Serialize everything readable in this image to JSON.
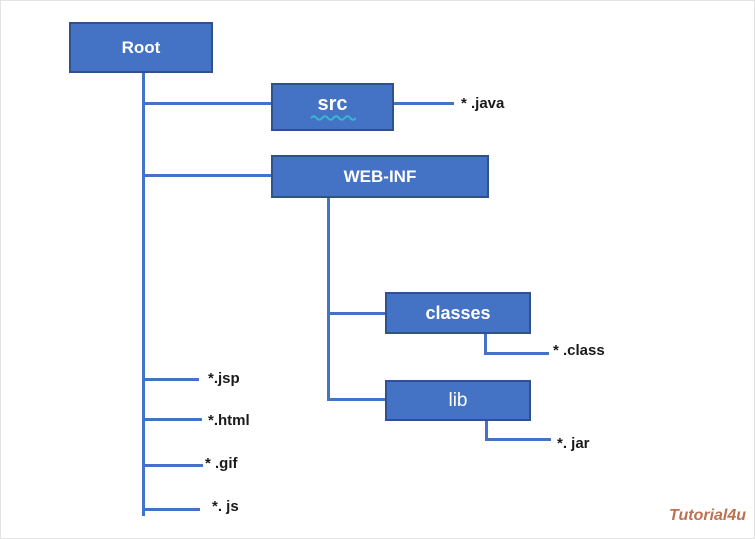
{
  "colors": {
    "node_fill": "#4472C4",
    "node_border": "#2F528F",
    "node_text": "#FFFFFF",
    "connector": "#4472C4",
    "label_text": "#1A1A1A",
    "squiggle": "#38B8D0",
    "watermark": "#BC7150"
  },
  "nodes": {
    "root": {
      "label": "Root"
    },
    "src": {
      "label": "src"
    },
    "webinf": {
      "label": "WEB-INF"
    },
    "classes": {
      "label": "classes"
    },
    "lib": {
      "label": "lib"
    }
  },
  "file_labels": {
    "java": "* .java",
    "jsp": "*.jsp",
    "html": "*.html",
    "gif": "* .gif",
    "js": "*. js",
    "class": "* .class",
    "jar": "*. jar"
  },
  "watermark": {
    "text": "Tutorial4u"
  }
}
